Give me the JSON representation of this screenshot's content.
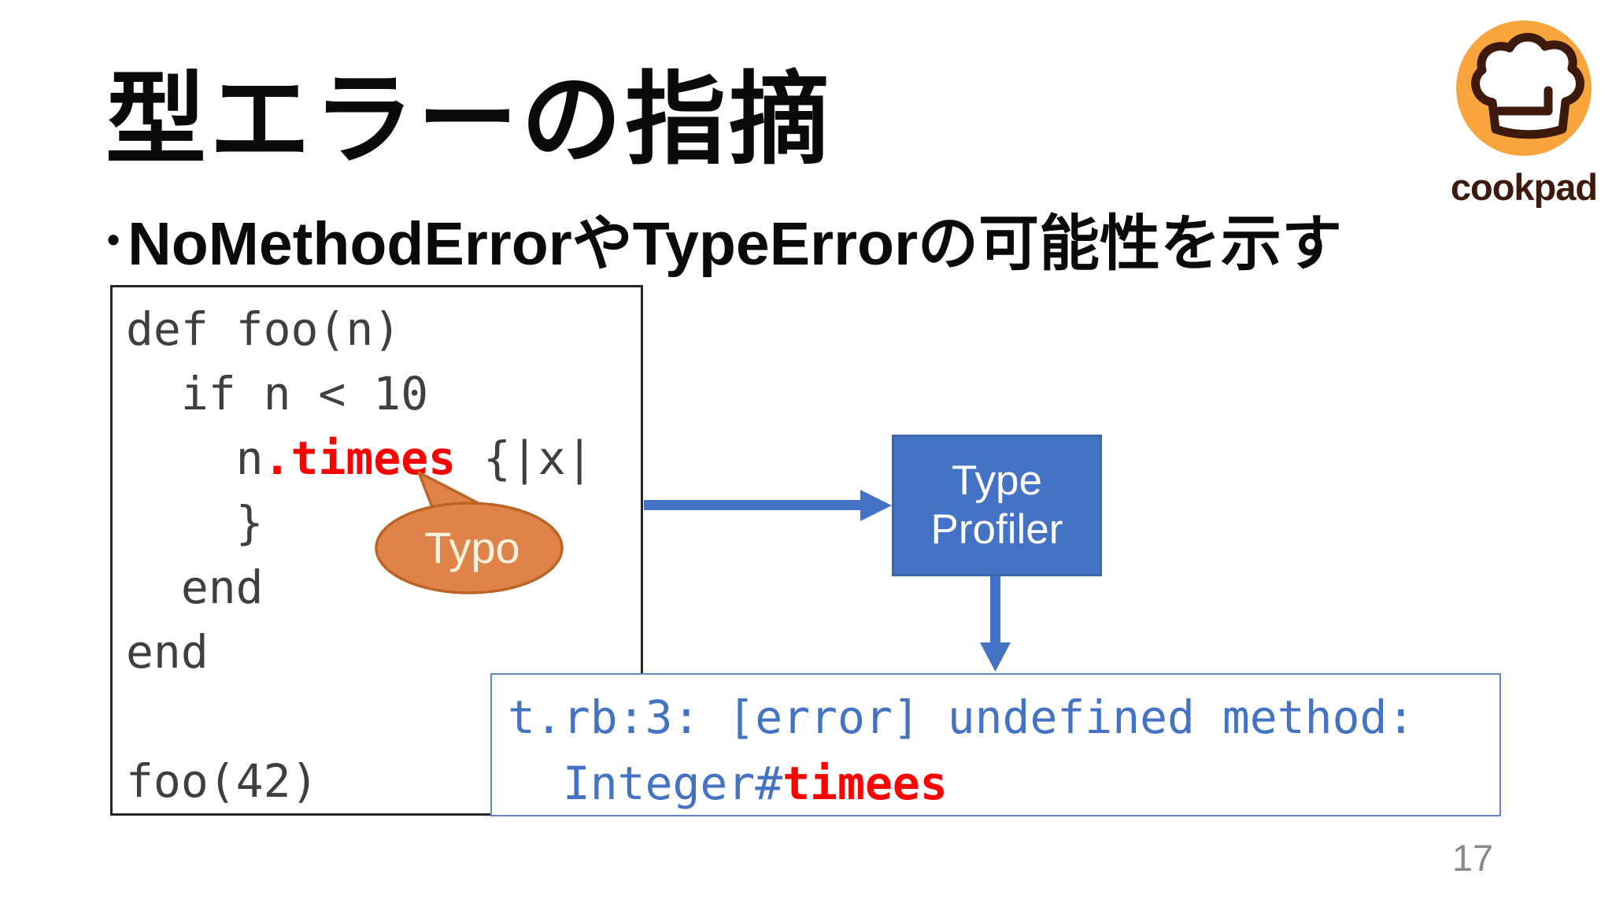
{
  "slide": {
    "title": "型エラーの指摘",
    "bullet": {
      "marker": "•",
      "text": "NoMethodErrorやTypeErrorの可能性を示す"
    },
    "page_number": "17"
  },
  "logo": {
    "wordmark": "cookpad"
  },
  "code_block": {
    "code_before_typo": "def foo(n)\n  if n < 10\n    n",
    "typo_text": ".timees",
    "code_after_typo": " {|x|\n    }\n  end\nend\n\nfoo(42)"
  },
  "typo_callout": {
    "label": "Typo"
  },
  "profiler_box": {
    "label": "Type Profiler"
  },
  "output_box": {
    "text_before_typo": "t.rb:3: [error] undefined method:\n  Integer#",
    "typo_text": "timees"
  },
  "colors": {
    "accent_blue": "#4472C4",
    "accent_blue_border": "#3C66B0",
    "output_border_blue": "#6186C6",
    "error_red": "#FF0000",
    "code_gray": "#3F3F3F",
    "code_border_dark": "#262626",
    "callout_orange_fill": "#E0834B",
    "callout_orange_border": "#BA6526",
    "callout_text_cream": "#FBF2DC",
    "logo_orange": "#F7A53C",
    "logo_brown": "#3E1A0C",
    "page_number_gray": "#8A8A8A"
  }
}
